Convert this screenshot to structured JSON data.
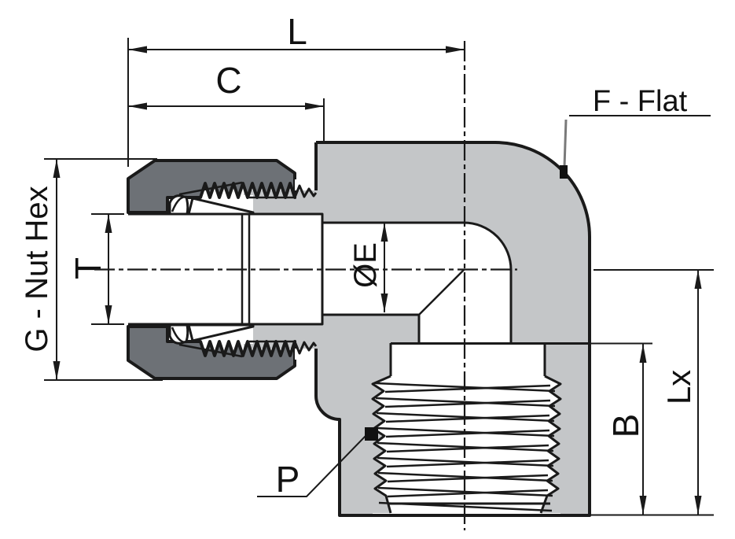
{
  "drawing": {
    "labels": {
      "L": "L",
      "C": "C",
      "G": "G - Nut Hex",
      "T": "T",
      "E": "ØE",
      "F": "F - Flat",
      "P": "P",
      "B": "B",
      "Lx": "Lx"
    },
    "colors": {
      "body_fill": "#c4c6c8",
      "nut_fill": "#6d7176",
      "line": "#1a1a1a",
      "background": "#ffffff"
    }
  }
}
